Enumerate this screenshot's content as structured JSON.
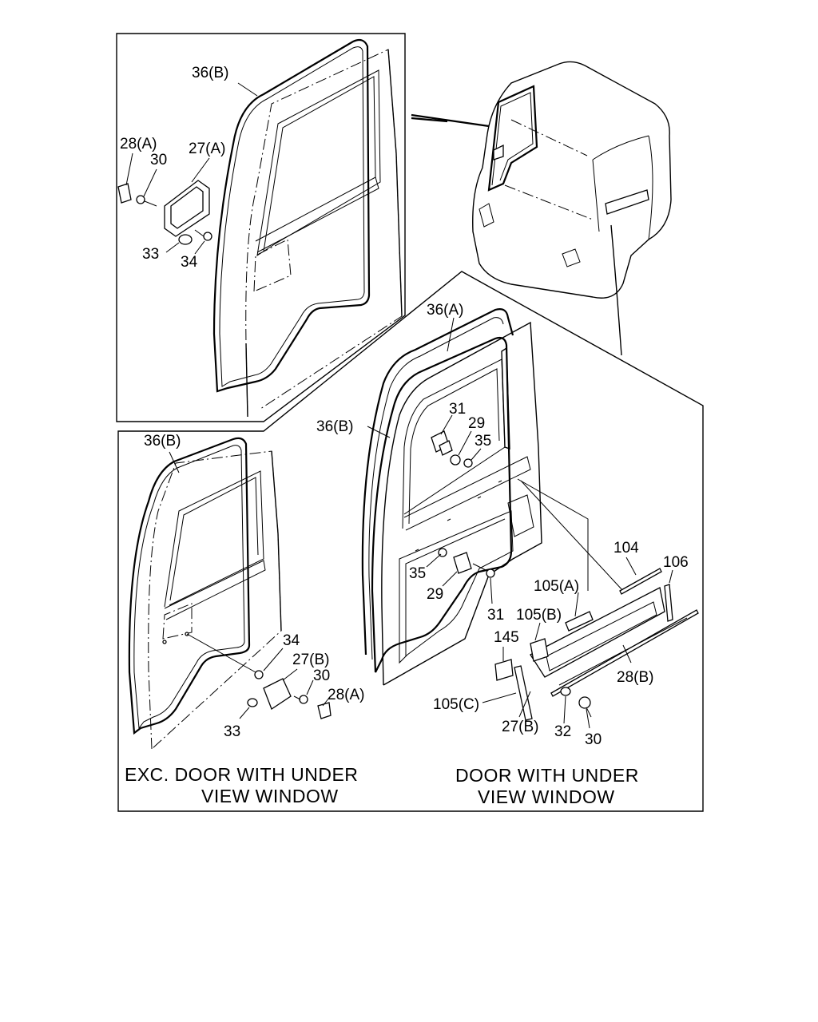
{
  "callouts": {
    "p1_36b": "36(B)",
    "p1_28a": "28(A)",
    "p1_27a": "27(A)",
    "p1_30": "30",
    "p1_33": "33",
    "p1_34": "34",
    "p2_36b": "36(B)",
    "p2_34": "34",
    "p2_27b": "27(B)",
    "p2_30": "30",
    "p2_28a": "28(A)",
    "p2_33": "33",
    "p3_36a": "36(A)",
    "p3_36b": "36(B)",
    "p3_31a": "31",
    "p3_29a": "29",
    "p3_35a": "35",
    "p3_35b": "35",
    "p3_29b": "29",
    "p3_31b": "31",
    "p3_104": "104",
    "p3_106": "106",
    "p3_105a": "105(A)",
    "p3_105b": "105(B)",
    "p3_145": "145",
    "p3_105c": "105(C)",
    "p3_27b": "27(B)",
    "p3_32": "32",
    "p3_30": "30",
    "p3_28b": "28(B)"
  },
  "captions": {
    "left_line1": "EXC. DOOR WITH UNDER",
    "left_line2": "VIEW WINDOW",
    "right_line1": "DOOR WITH UNDER",
    "right_line2": "VIEW WINDOW"
  }
}
